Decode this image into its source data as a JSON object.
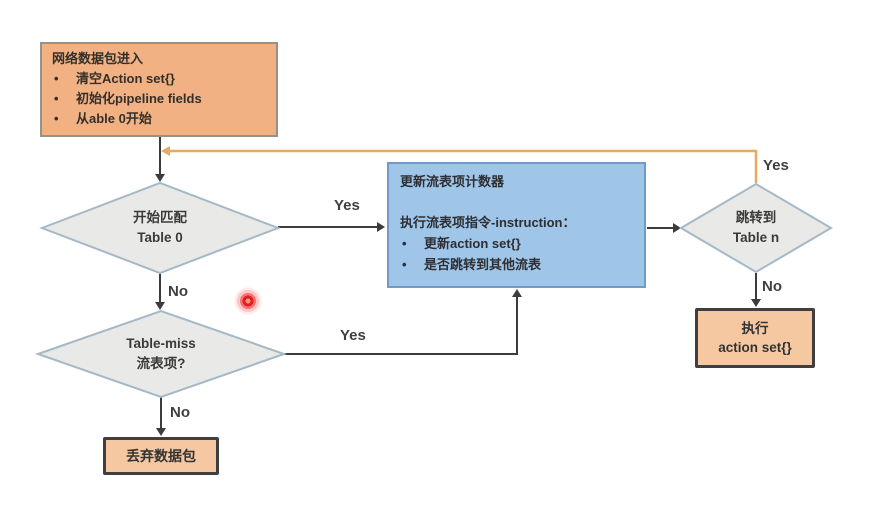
{
  "diagram": {
    "type": "flowchart",
    "topic": "OpenFlow pipeline packet processing",
    "nodes": {
      "start": {
        "title": "网络数据包进入",
        "bullets": [
          "清空Action set{}",
          "初始化pipeline fields",
          "从able 0开始"
        ]
      },
      "match_table0": {
        "line1": "开始匹配",
        "line2": "Table 0"
      },
      "update_counters": {
        "title": "更新流表项计数器",
        "subtitle": "执行流表项指令-instruction：",
        "bullets": [
          "更新action set{}",
          "是否跳转到其他流表"
        ]
      },
      "goto_table_n": {
        "line1": "跳转到",
        "line2": "Table n"
      },
      "exec_action_set": {
        "line1": "执行",
        "line2": "action set{}"
      },
      "table_miss": {
        "line1": "Table-miss",
        "line2": "流表项?"
      },
      "drop_packet": {
        "label": "丢弃数据包"
      }
    },
    "edge_labels": {
      "match_yes": "Yes",
      "match_no": "No",
      "goto_yes": "Yes",
      "goto_no": "No",
      "table_miss_yes": "Yes",
      "table_miss_no": "No"
    },
    "colors": {
      "orange_fill": "#f1b183",
      "orange_light_fill": "#f6c8a2",
      "orange_border": "#96918a",
      "dark_border": "#3f3f3f",
      "blue_fill": "#9fc6e8",
      "blue_border": "#6f9cc4",
      "diamond_fill": "#e9eae8",
      "diamond_border": "#a4b8c6",
      "connector": "#3c3c3c",
      "loop_connector": "#e9a95e",
      "laser_pointer": "#e02020"
    }
  }
}
